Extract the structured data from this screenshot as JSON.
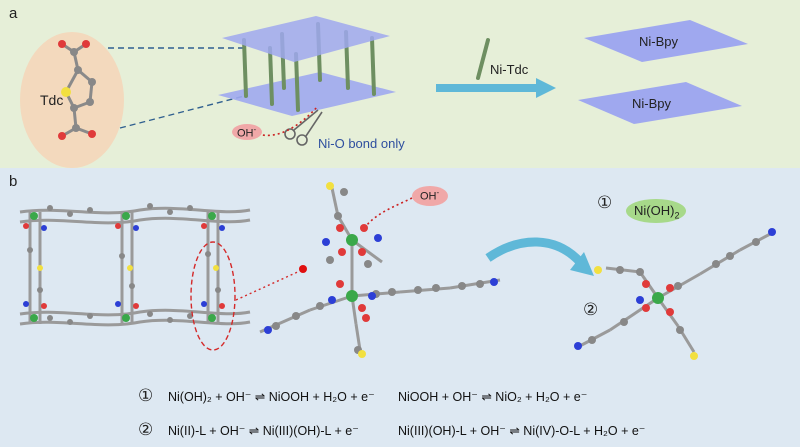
{
  "panel_a": {
    "label": "a",
    "tdc": "Tdc",
    "hydroxide": "OH",
    "hydroxide_sup": "-",
    "bond_note": "Ni-O bond only",
    "linker": "Ni-Tdc",
    "product_top": "Ni-Bpy",
    "product_bottom": "Ni-Bpy"
  },
  "panel_b": {
    "label": "b",
    "hydroxide": "OH",
    "hydroxide_sup": "-",
    "marker_1": "①",
    "marker_2": "②",
    "nioh2": "Ni(OH)",
    "nioh2_sub": "2"
  },
  "equations": {
    "row1_num": "①",
    "row1_left": "Ni(OH)₂ + OH⁻ ⇌ NiOOH + H₂O + e⁻",
    "row1_right": "NiOOH + OH⁻ ⇌ NiO₂ + H₂O + e⁻",
    "row2_num": "②",
    "row2_left": "Ni(II)-L + OH⁻ ⇌ Ni(III)(OH)-L + e⁻",
    "row2_right": "Ni(III)(OH)-L + OH⁻ ⇌ Ni(IV)-O-L + H₂O + e⁻"
  },
  "colors": {
    "panel_a_bg": "#e6efd8",
    "panel_b_bg": "#dde8f2",
    "sheet": "#9fa8ef",
    "pillar": "#6e8f61",
    "arrow": "#5fb8d8",
    "tdc_bg": "#f3d9bd",
    "ni_oh2_bg": "#a7d98a",
    "oh_bg": "#f0a8a8"
  }
}
